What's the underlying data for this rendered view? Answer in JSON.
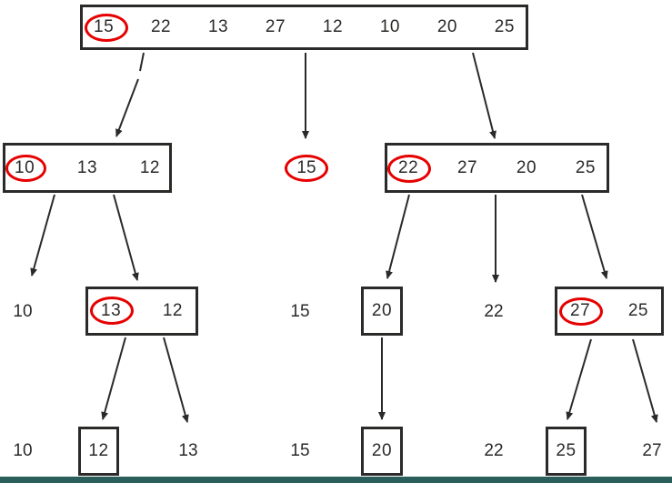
{
  "colors": {
    "pivot_circle": "#e60000",
    "line_and_border": "#2b2a29",
    "bottom_bar": "#2a5e5b",
    "background": "#ffffff"
  },
  "level1": {
    "root_box": [
      "15",
      "22",
      "13",
      "27",
      "12",
      "10",
      "20",
      "25"
    ],
    "circled_value": "15"
  },
  "level2": {
    "left_box": [
      "10",
      "13",
      "12"
    ],
    "left_circled_value": "10",
    "middle_value": "15",
    "middle_value_circled": true,
    "right_box": [
      "22",
      "27",
      "20",
      "25"
    ],
    "right_circled_value": "22"
  },
  "level3": {
    "value_10": "10",
    "box_13_12": [
      "13",
      "12"
    ],
    "box_13_12_circled_value": "13",
    "value_15": "15",
    "box_20": "20",
    "value_22": "22",
    "box_27_25": [
      "27",
      "25"
    ],
    "box_27_25_circled_value": "27"
  },
  "level4": {
    "value_10": "10",
    "box_12": "12",
    "value_13": "13",
    "value_15": "15",
    "box_20": "20",
    "value_22": "22",
    "box_25": "25",
    "value_27": "27"
  }
}
